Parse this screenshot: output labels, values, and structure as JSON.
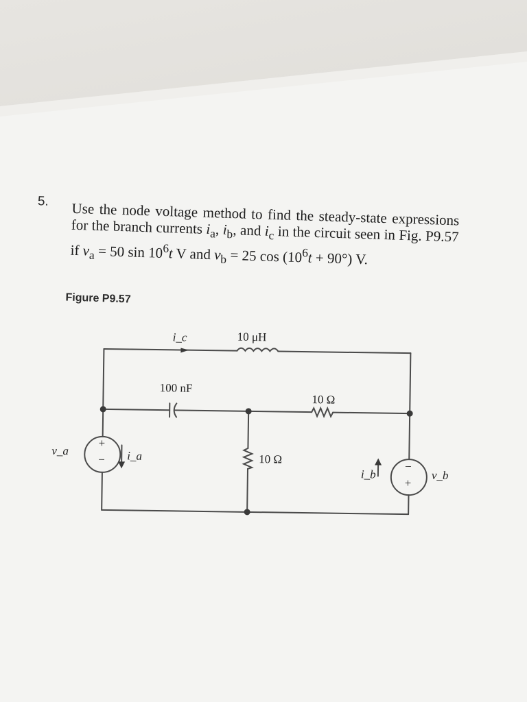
{
  "problem": {
    "number": "5.",
    "text": "Use the node voltage method to find the steady-state expressions for the branch currents i_a, i_b, and i_c in the circuit seen in Fig. P9.57 if v_a = 50 sin 10^6 t V and v_b = 25 cos (10^6 t + 90°) V.",
    "figure_label": "Figure P9.57"
  },
  "circuit": {
    "inductor_label": "10 μH",
    "capacitor_label": "100 nF",
    "right_resistor_label": "10 Ω",
    "middle_resistor_label": "10 Ω",
    "source_a_label": "v_a",
    "source_b_label": "v_b",
    "current_c_label": "i_c",
    "current_a_label": "i_a",
    "current_b_label": "i_b",
    "plus_sign": "+",
    "minus_sign": "−"
  }
}
